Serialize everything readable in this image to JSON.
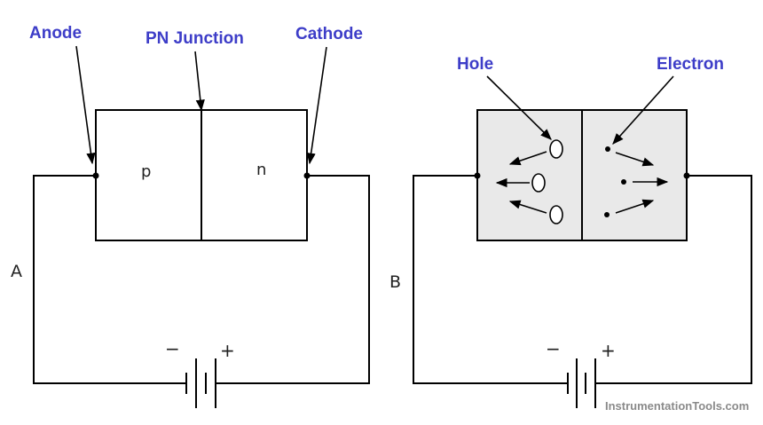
{
  "labels": {
    "anode": "Anode",
    "pn_junction": "PN Junction",
    "cathode": "Cathode",
    "hole": "Hole",
    "electron": "Electron"
  },
  "regions": {
    "p": "p",
    "n": "n"
  },
  "panels": {
    "a": "A",
    "b": "B"
  },
  "battery": {
    "minus": "−",
    "plus": "+"
  },
  "watermark": "InstrumentationTools.com",
  "colors": {
    "callout": "#3d3dc8",
    "line": "#000000",
    "crystal_fill": "#e9e9e9",
    "watermark": "#8a8a8a"
  }
}
